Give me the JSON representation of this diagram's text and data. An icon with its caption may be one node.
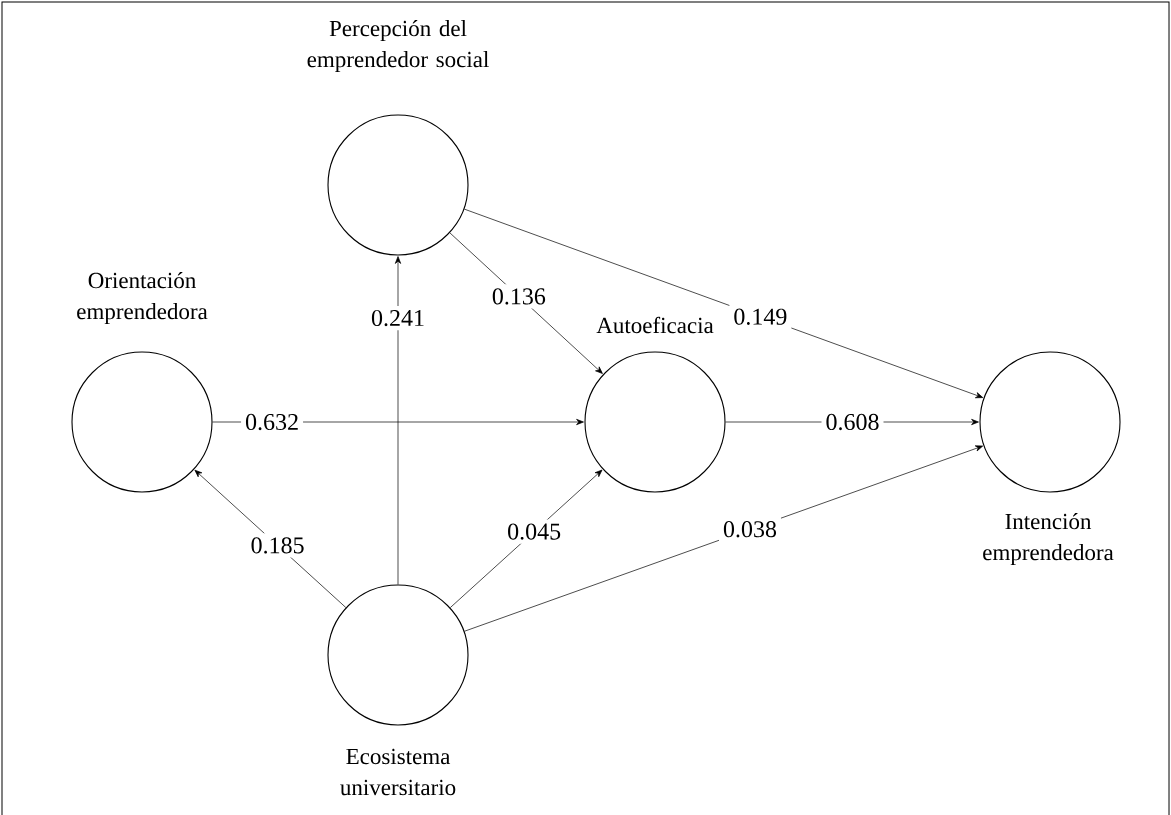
{
  "diagram": {
    "nodes": [
      {
        "text": [
          "Percepción del emprendedor social"
        ]
      },
      {
        "text": [
          "Orientación emprendedora"
        ]
      },
      {
        "text": [
          "Autoeficacia"
        ]
      },
      {
        "text": [
          "Intención emprendedora"
        ]
      },
      {
        "text": [
          "Ecosistema universitario"
        ]
      }
    ],
    "edges": [
      {
        "from": 1,
        "to": 2,
        "arrow": "to",
        "label": "0.632"
      },
      {
        "from": 2,
        "to": 3,
        "arrow": "to",
        "label": "0.608"
      },
      {
        "from": 4,
        "to": 0,
        "arrow": "to",
        "label": "0.241"
      },
      {
        "from": 4,
        "to": 1,
        "arrow": "to",
        "label": "0.185"
      },
      {
        "from": 4,
        "to": 2,
        "arrow": "to",
        "label": "0.045"
      },
      {
        "from": 4,
        "to": 3,
        "arrow": "to",
        "label": "0.038"
      },
      {
        "from": 0,
        "to": 2,
        "arrow": "to",
        "label": "0.136"
      },
      {
        "from": 0,
        "to": 3,
        "arrow": "to",
        "label": "0.149"
      }
    ]
  }
}
